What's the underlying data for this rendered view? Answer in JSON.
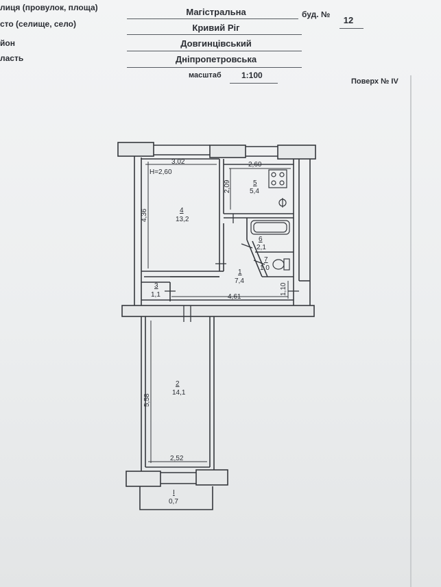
{
  "header": {
    "street_label": "лиця (провулок, площа)",
    "street_value": "Магістральна",
    "building_label": "буд. №",
    "building_value": "12",
    "city_label": "сто (селище, село)",
    "city_value": "Кривий Ріг",
    "district_label": "йон",
    "district_value": "Довгинцівський",
    "region_label": "ласть",
    "region_value": "Дніпропетровська",
    "scale_label": "масштаб",
    "scale_value": "1:100",
    "floor_label": "Поверх № IV"
  },
  "plan": {
    "ceiling_height": "H=2,60",
    "dimensions": {
      "room4_width": "3,02",
      "kitchen_width": "2,60",
      "room4_depth": "4,36",
      "kitchen_depth": "2,09",
      "hall_length": "4,61",
      "hall_width": "1,10",
      "room2_depth": "5,58",
      "room2_width": "2,52"
    },
    "rooms": [
      {
        "number": "4",
        "area": "13,2"
      },
      {
        "number": "5",
        "area": "5,4"
      },
      {
        "number": "6",
        "area": "2,1"
      },
      {
        "number": "7",
        "area": "1,0"
      },
      {
        "number": "1",
        "area": "7,4"
      },
      {
        "number": "3",
        "area": "1,1"
      },
      {
        "number": "2",
        "area": "14,1"
      },
      {
        "number": "I",
        "area": "0,7"
      }
    ]
  }
}
